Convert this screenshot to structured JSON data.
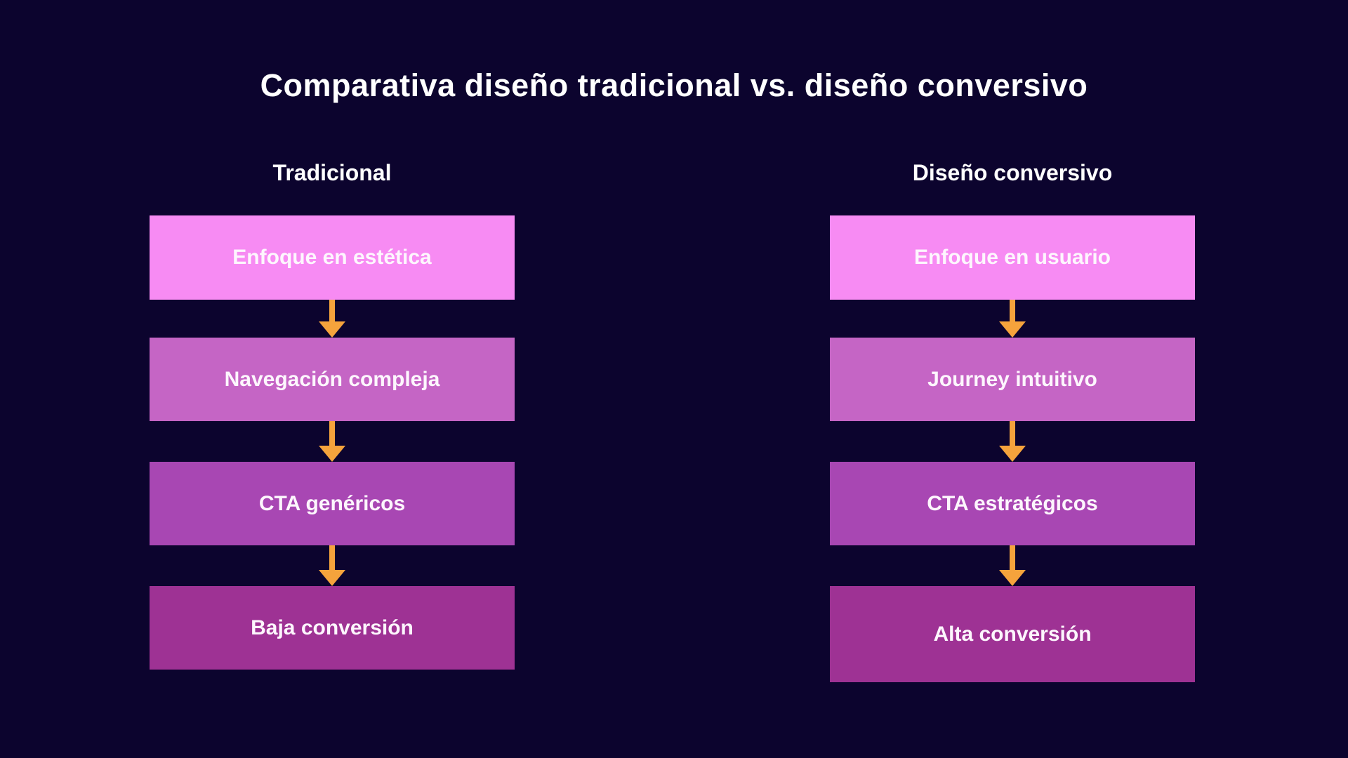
{
  "title": "Comparativa diseño tradicional vs. diseño conversivo",
  "colors": {
    "background": "#0c042e",
    "text": "#ffffff",
    "arrow": "#f5a33c",
    "row_colors": [
      "#f78bf3",
      "#c565c5",
      "#a847b3",
      "#9e3294"
    ]
  },
  "columns": [
    {
      "heading": "Tradicional",
      "steps": [
        "Enfoque en estética",
        "Navegación compleja",
        "CTA genéricos",
        "Baja conversión"
      ]
    },
    {
      "heading": "Diseño conversivo",
      "steps": [
        "Enfoque en usuario",
        "Journey intuitivo",
        "CTA estratégicos",
        "Alta conversión"
      ]
    }
  ]
}
